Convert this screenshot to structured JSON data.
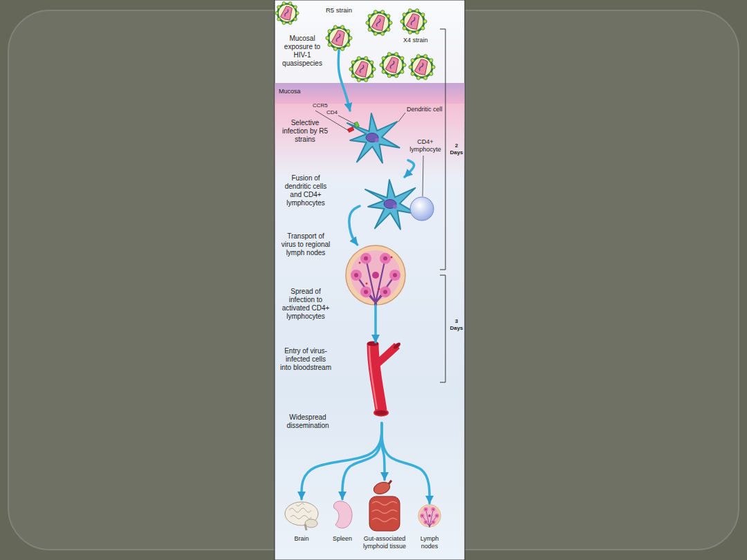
{
  "diagram": {
    "nodes": [
      {
        "text": [
          "R5 strain"
        ]
      },
      {
        "text": [
          "Dendritic cell",
          "Selective infection by R5 strains"
        ]
      },
      {
        "text": [
          "CD4+ lymphocyte",
          "Fusion of dendritic cells and CD4+ lymphocytes"
        ]
      },
      {
        "text": [
          "Transport of virus to regional lymph nodes",
          "Spread of infection to activated CD4+ lymphocytes"
        ]
      },
      {
        "text": [
          "Entry of virus-infected cells into bloodstream",
          "Widespread dissemination"
        ]
      },
      {
        "text": [
          "Brain"
        ]
      },
      {
        "text": [
          "Spleen"
        ]
      },
      {
        "text": [
          "Gut-associated lymphoid tissue"
        ]
      },
      {
        "text": [
          "Lymph nodes"
        ]
      }
    ],
    "edges": [
      {
        "from": 0,
        "to": 1,
        "arrow": "to"
      },
      {
        "from": 1,
        "to": 2,
        "arrow": "to"
      },
      {
        "from": 2,
        "to": 3,
        "arrow": "to"
      },
      {
        "from": 3,
        "to": 4,
        "arrow": "to"
      },
      {
        "from": 4,
        "to": 5,
        "arrow": "to"
      },
      {
        "from": 4,
        "to": 6,
        "arrow": "to"
      },
      {
        "from": 4,
        "to": 7,
        "arrow": "to"
      },
      {
        "from": 4,
        "to": 8,
        "arrow": "to"
      }
    ],
    "labels": [
      "Mucosal exposure to HIV-1 quasispecies",
      "X4 strain",
      "Mucosa",
      "CCR5",
      "CD4",
      "2 Days",
      "3 Days"
    ]
  }
}
